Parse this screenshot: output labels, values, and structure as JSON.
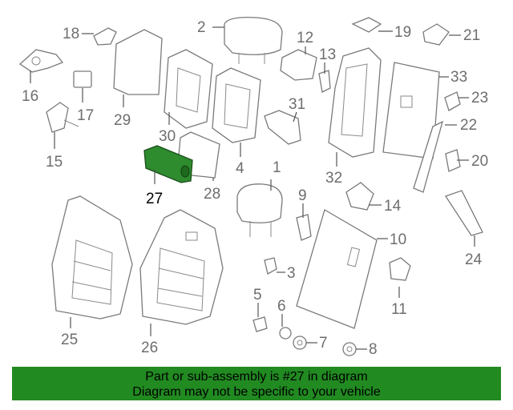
{
  "diagram": {
    "highlight_color": "#2e8b2e",
    "highlighted_part": "27",
    "callouts": {
      "c1": "1",
      "c2": "2",
      "c3": "3",
      "c4": "4",
      "c5": "5",
      "c6": "6",
      "c7": "7",
      "c8": "8",
      "c9": "9",
      "c10": "10",
      "c11": "11",
      "c12": "12",
      "c13": "13",
      "c14": "14",
      "c15": "15",
      "c16": "16",
      "c17": "17",
      "c18": "18",
      "c19": "19",
      "c20": "20",
      "c21": "21",
      "c22": "22",
      "c23": "23",
      "c24": "24",
      "c25": "25",
      "c26": "26",
      "c27": "27",
      "c28": "28",
      "c29": "29",
      "c30": "30",
      "c31": "31",
      "c32": "32",
      "c33": "33"
    }
  },
  "banner": {
    "line1": "Part or sub-assembly is #27 in diagram",
    "line2": "Diagram may not be specific to your vehicle",
    "color": "#218a21"
  }
}
